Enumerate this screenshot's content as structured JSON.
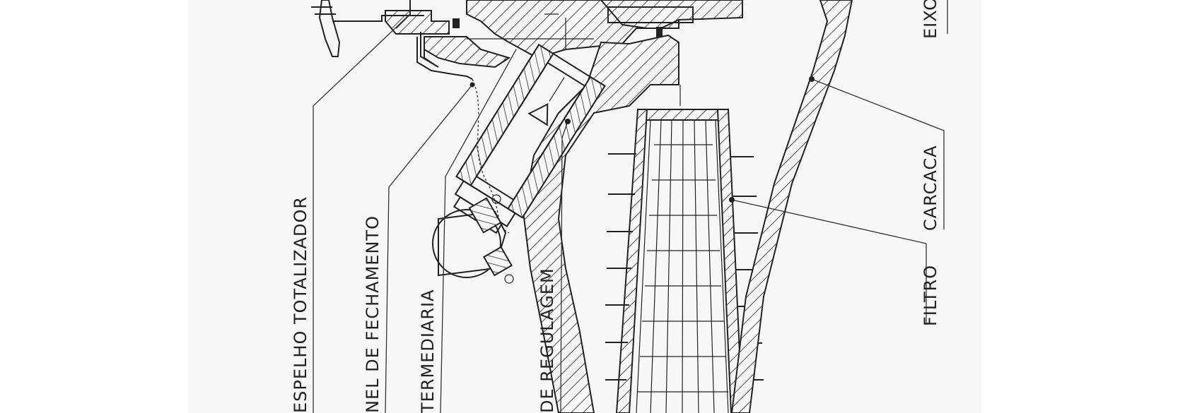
{
  "labels": {
    "espelho": "ESPELHO TOTALIZADOR",
    "fechamento": "NEL DE FECHAMENTO",
    "intermediaria": "TERMEDIARIA",
    "regulagem": "DE REGULAGEM",
    "filtro": "FILTRO",
    "carcaca": "CARCACA",
    "eixo": "EIXO"
  },
  "colors": {
    "ink": "#222222",
    "paper": "#f7f7f5"
  }
}
